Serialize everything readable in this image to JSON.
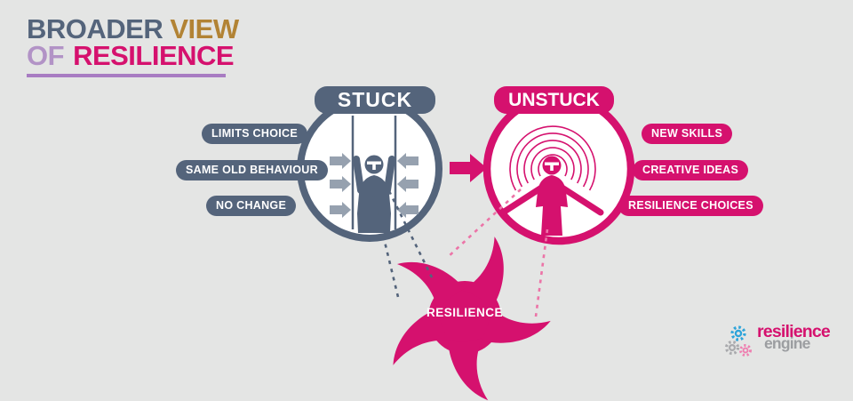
{
  "title": {
    "line1_part1": "BROADER",
    "line1_part2": "VIEW",
    "line2_part1": "OF",
    "line2_part2": "RESILIENCE"
  },
  "stuck": {
    "label": "STUCK",
    "pills": [
      "LIMITS CHOICE",
      "SAME OLD BEHAVIOUR",
      "NO CHANGE"
    ]
  },
  "unstuck": {
    "label": "UNSTUCK",
    "pills": [
      "NEW SKILLS",
      "CREATIVE IDEAS",
      "RESILIENCE CHOICES"
    ]
  },
  "swirl": {
    "label": "RESILIENCE"
  },
  "logo": {
    "line1": "resilience",
    "line2": "engine",
    "gears": [
      "gear-blue",
      "gear-gray",
      "gear-pink"
    ]
  },
  "icons": {
    "stuck_person": "person-squeezed-icon",
    "unstuck_person": "person-open-arms-icon",
    "pressure_arrows": "inward-arrows-icon",
    "transition_arrow": "right-arrow-icon",
    "swirl": "resilience-vortex-icon"
  },
  "colors": {
    "bg": "#e4e5e4",
    "slate": "#54647b",
    "arrowGray": "#96a1af",
    "magenta": "#d5116e",
    "pinkDash": "#ec74a7",
    "gold": "#b28334",
    "lilac": "#b293c6",
    "underline": "#a87cc2",
    "logoGray": "#9c9ea1",
    "gearBlue": "#2da4da",
    "gearGray": "#a9aaad",
    "gearPink": "#ee7fb0",
    "white": "#ffffff"
  }
}
